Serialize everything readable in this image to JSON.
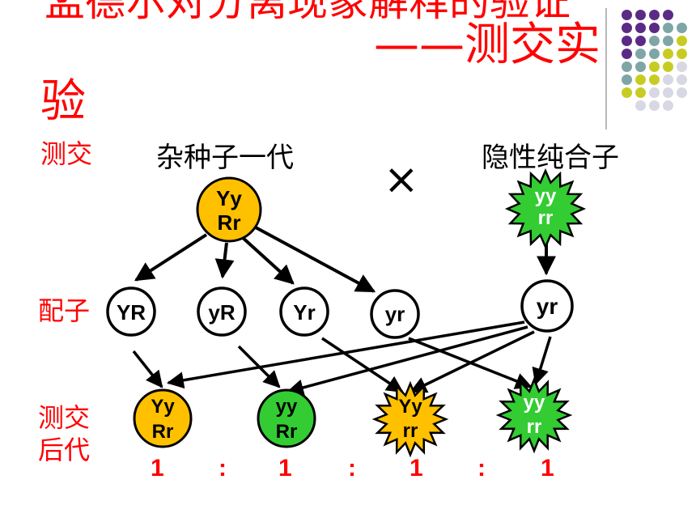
{
  "title": {
    "line1": "孟德尔对分离现象解释的验证",
    "line2": "——测交实",
    "line3": "验"
  },
  "labels": {
    "testcross": "测交",
    "hybrid_f1": "杂种子一代",
    "recessive_homozygote": "隐性纯合子",
    "cross_symbol": "×",
    "gametes": "配子",
    "offspring_line1": "测交",
    "offspring_line2": "后代"
  },
  "parents": {
    "f1": {
      "line1": "Yy",
      "line2": "Rr",
      "color": "#ffc000",
      "shape": "circle"
    },
    "recessive": {
      "line1": "yy",
      "line2": "rr",
      "color": "#33cc33",
      "shape": "starburst"
    }
  },
  "gametes": [
    {
      "label": "YR"
    },
    {
      "label": "yR"
    },
    {
      "label": "Yr"
    },
    {
      "label": "yr"
    }
  ],
  "recessive_gamete": {
    "label": "yr"
  },
  "offspring": [
    {
      "line1": "Yy",
      "line2": "Rr",
      "color": "#ffc000",
      "shape": "circle"
    },
    {
      "line1": "yy",
      "line2": "Rr",
      "color": "#33cc33",
      "shape": "circle"
    },
    {
      "line1": "Yy",
      "line2": "rr",
      "color": "#ffc000",
      "shape": "starburst"
    },
    {
      "line1": "yy",
      "line2": "rr",
      "color": "#33cc33",
      "shape": "starburst"
    }
  ],
  "ratio": [
    "1",
    ":",
    "1",
    ":",
    "1",
    ":",
    "1"
  ],
  "colors": {
    "title": "#ff0000",
    "yellow": "#ffc000",
    "green": "#33cc33",
    "arrow": "#000000"
  }
}
